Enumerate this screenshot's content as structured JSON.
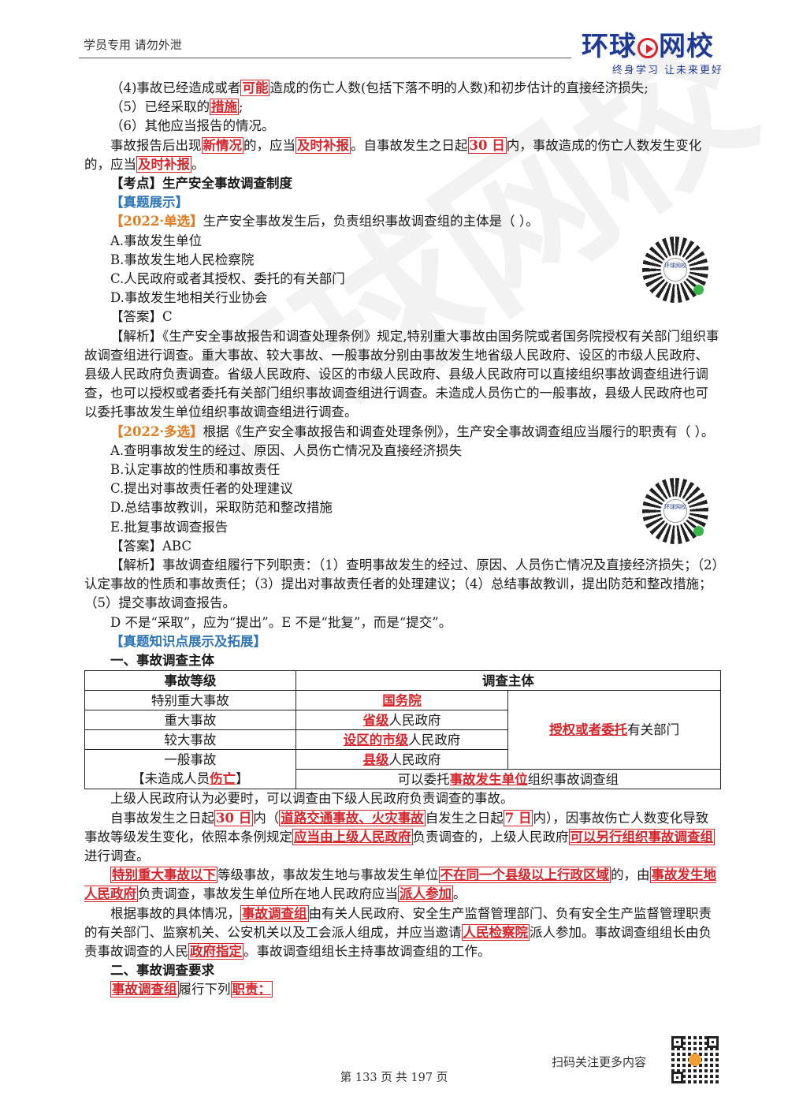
{
  "header": {
    "left_text": "学员专用 请勿外泄",
    "logo_part1": "环球",
    "logo_part2": "网校",
    "slogan": "终身学习 让未来更好"
  },
  "lines": {
    "l1_a": "（4)事故已经造成或者",
    "l1_b": "可能",
    "l1_c": "造成的伤亡人数(包括下落不明的人数)和初步估计的直接经济损失;",
    "l2_a": "（5）已经采取的",
    "l2_b": "措施",
    "l2_c": ";",
    "l3": "（6）其他应当报告的情况。",
    "l4_a": "事故报告后出现",
    "l4_b": "新情况",
    "l4_c": "的，应当",
    "l4_d": "及时补报",
    "l4_e": "。自事故发生之日起",
    "l4_f": "30 日",
    "l4_g": "内，事故造成的伤亡人数发生变化的，应当",
    "l4_h": "及时补报",
    "l4_i": "。",
    "kd": "【考点】生产安全事故调查制度",
    "ztzs": "【真题展示】"
  },
  "q1": {
    "tag": "【2022·单选】",
    "stem": "生产安全事故发生后，负责组织事故调查组的主体是（ ）。",
    "options": [
      "A.事故发生单位",
      "B.事故发生地人民检察院",
      "C.人民政府或者其授权、委托的有关部门",
      "D.事故发生地相关行业协会"
    ],
    "answer": "【答案】C",
    "analysis": "【解析】《生产安全事故报告和调查处理条例》规定,特别重大事故由国务院或者国务院授权有关部门组织事故调查组进行调查。重大事故、较大事故、一般事故分别由事故发生地省级人民政府、设区的市级人民政府、县级人民政府负责调查。省级人民政府、设区的市级人民政府、县级人民政府可以直接组织事故调查组进行调查，也可以授权或者委托有关部门组织事故调查组进行调查。未造成人员伤亡的一般事故，县级人民政府也可以委托事故发生单位组织事故调查组进行调查。"
  },
  "q2": {
    "tag": "【2022·多选】",
    "stem": "根据《生产安全事故报告和调查处理条例》，生产安全事故调查组应当履行的职责有（ ）。",
    "options": [
      "A.查明事故发生的经过、原因、人员伤亡情况及直接经济损失",
      "B.认定事故的性质和事故责任",
      "C.提出对事故责任者的处理建议",
      "D.总结事故教训，采取防范和整改措施",
      "E.批复事故调查报告"
    ],
    "answer": "【答案】ABC",
    "analysis": "【解析】事故调查组履行下列职责：（1）查明事故发生的经过、原因、人员伤亡情况及直接经济损失；（2）认定事故的性质和事故责任；（3）提出对事故责任者的处理建议；（4）总结事故教训，提出防范和整改措施；（5）提交事故调查报告。",
    "note": "D 不是“采取”，应为“提出”。E 不是“批复”，而是“提交”。"
  },
  "section": {
    "tag": "【真题知识点展示及拓展】",
    "h1": "一、事故调查主体",
    "h2": "二、事故调查要求"
  },
  "table": {
    "col1": "事故等级",
    "col2": "调查主体",
    "r1_level": "特别重大事故",
    "r1_body_hl": "国务院",
    "r2_level": "重大事故",
    "r2_hl": "省级",
    "r2_rest": "人民政府",
    "r3_level": "较大事故",
    "r3_hl": "设区的市级",
    "r3_rest": "人民政府",
    "r4_level": "一般事故",
    "r4_hl": "县级",
    "r4_rest": "人民政府",
    "merge_hl": "授权或者委托",
    "merge_rest": "有关部门",
    "r5_level_a": "【未造成人员",
    "r5_level_hl": "伤亡",
    "r5_level_c": "】",
    "r5_a": "可以委托",
    "r5_hl": "事故发生单位",
    "r5_c": "组织事故调查组"
  },
  "para": {
    "p1": "上级人民政府认为必要时，可以调查由下级人民政府负责调查的事故。",
    "p2_a": "自事故发生之日起",
    "p2_b": "30 日",
    "p2_c": "内（",
    "p2_d": "道路交通事故、火灾事故",
    "p2_e": "自发生之日起",
    "p2_f": "7 日",
    "p2_g": "内），因事故伤亡人数变化导致事故等级发生变化，依照本条例规定",
    "p2_h": "应当由上级人民政府",
    "p2_i": "负责调查的，上级人民政府",
    "p2_j": "可以另行组织事故调查组",
    "p2_k": "进行调查。",
    "p3_a": "特别重大事故以下",
    "p3_b": "等级事故，事故发生地与事故发生单位",
    "p3_c": "不在同一个县级以上行政区域",
    "p3_d": "的，由",
    "p3_e": "事故发生地人民政府",
    "p3_f": "负责调查，事故发生单位所在地人民政府应当",
    "p3_g": "派人参加",
    "p3_h": "。",
    "p4_a": "根据事故的具体情况，",
    "p4_b": "事故调查组",
    "p4_c": "由有关人民政府、安全生产监督管理部门、负有安全生产监督管理职责的有关部门、监察机关、公安机关以及工会派人组成，并应当邀请",
    "p4_d": "人民检察院",
    "p4_e": "派人参加。事故调查组组长由负责事故调查的人民",
    "p4_f": "政府指定",
    "p4_g": "。事故调查组组长主持事故调查组的工作。",
    "p5_a": "事故调查组",
    "p5_b": "履行下列",
    "p5_c": "职责："
  },
  "qr": {
    "center_text": "环球网校"
  },
  "footer": {
    "page": "第 133 页 共 197 页",
    "scan": "扫码关注更多内容"
  },
  "watermark": "环球网校"
}
